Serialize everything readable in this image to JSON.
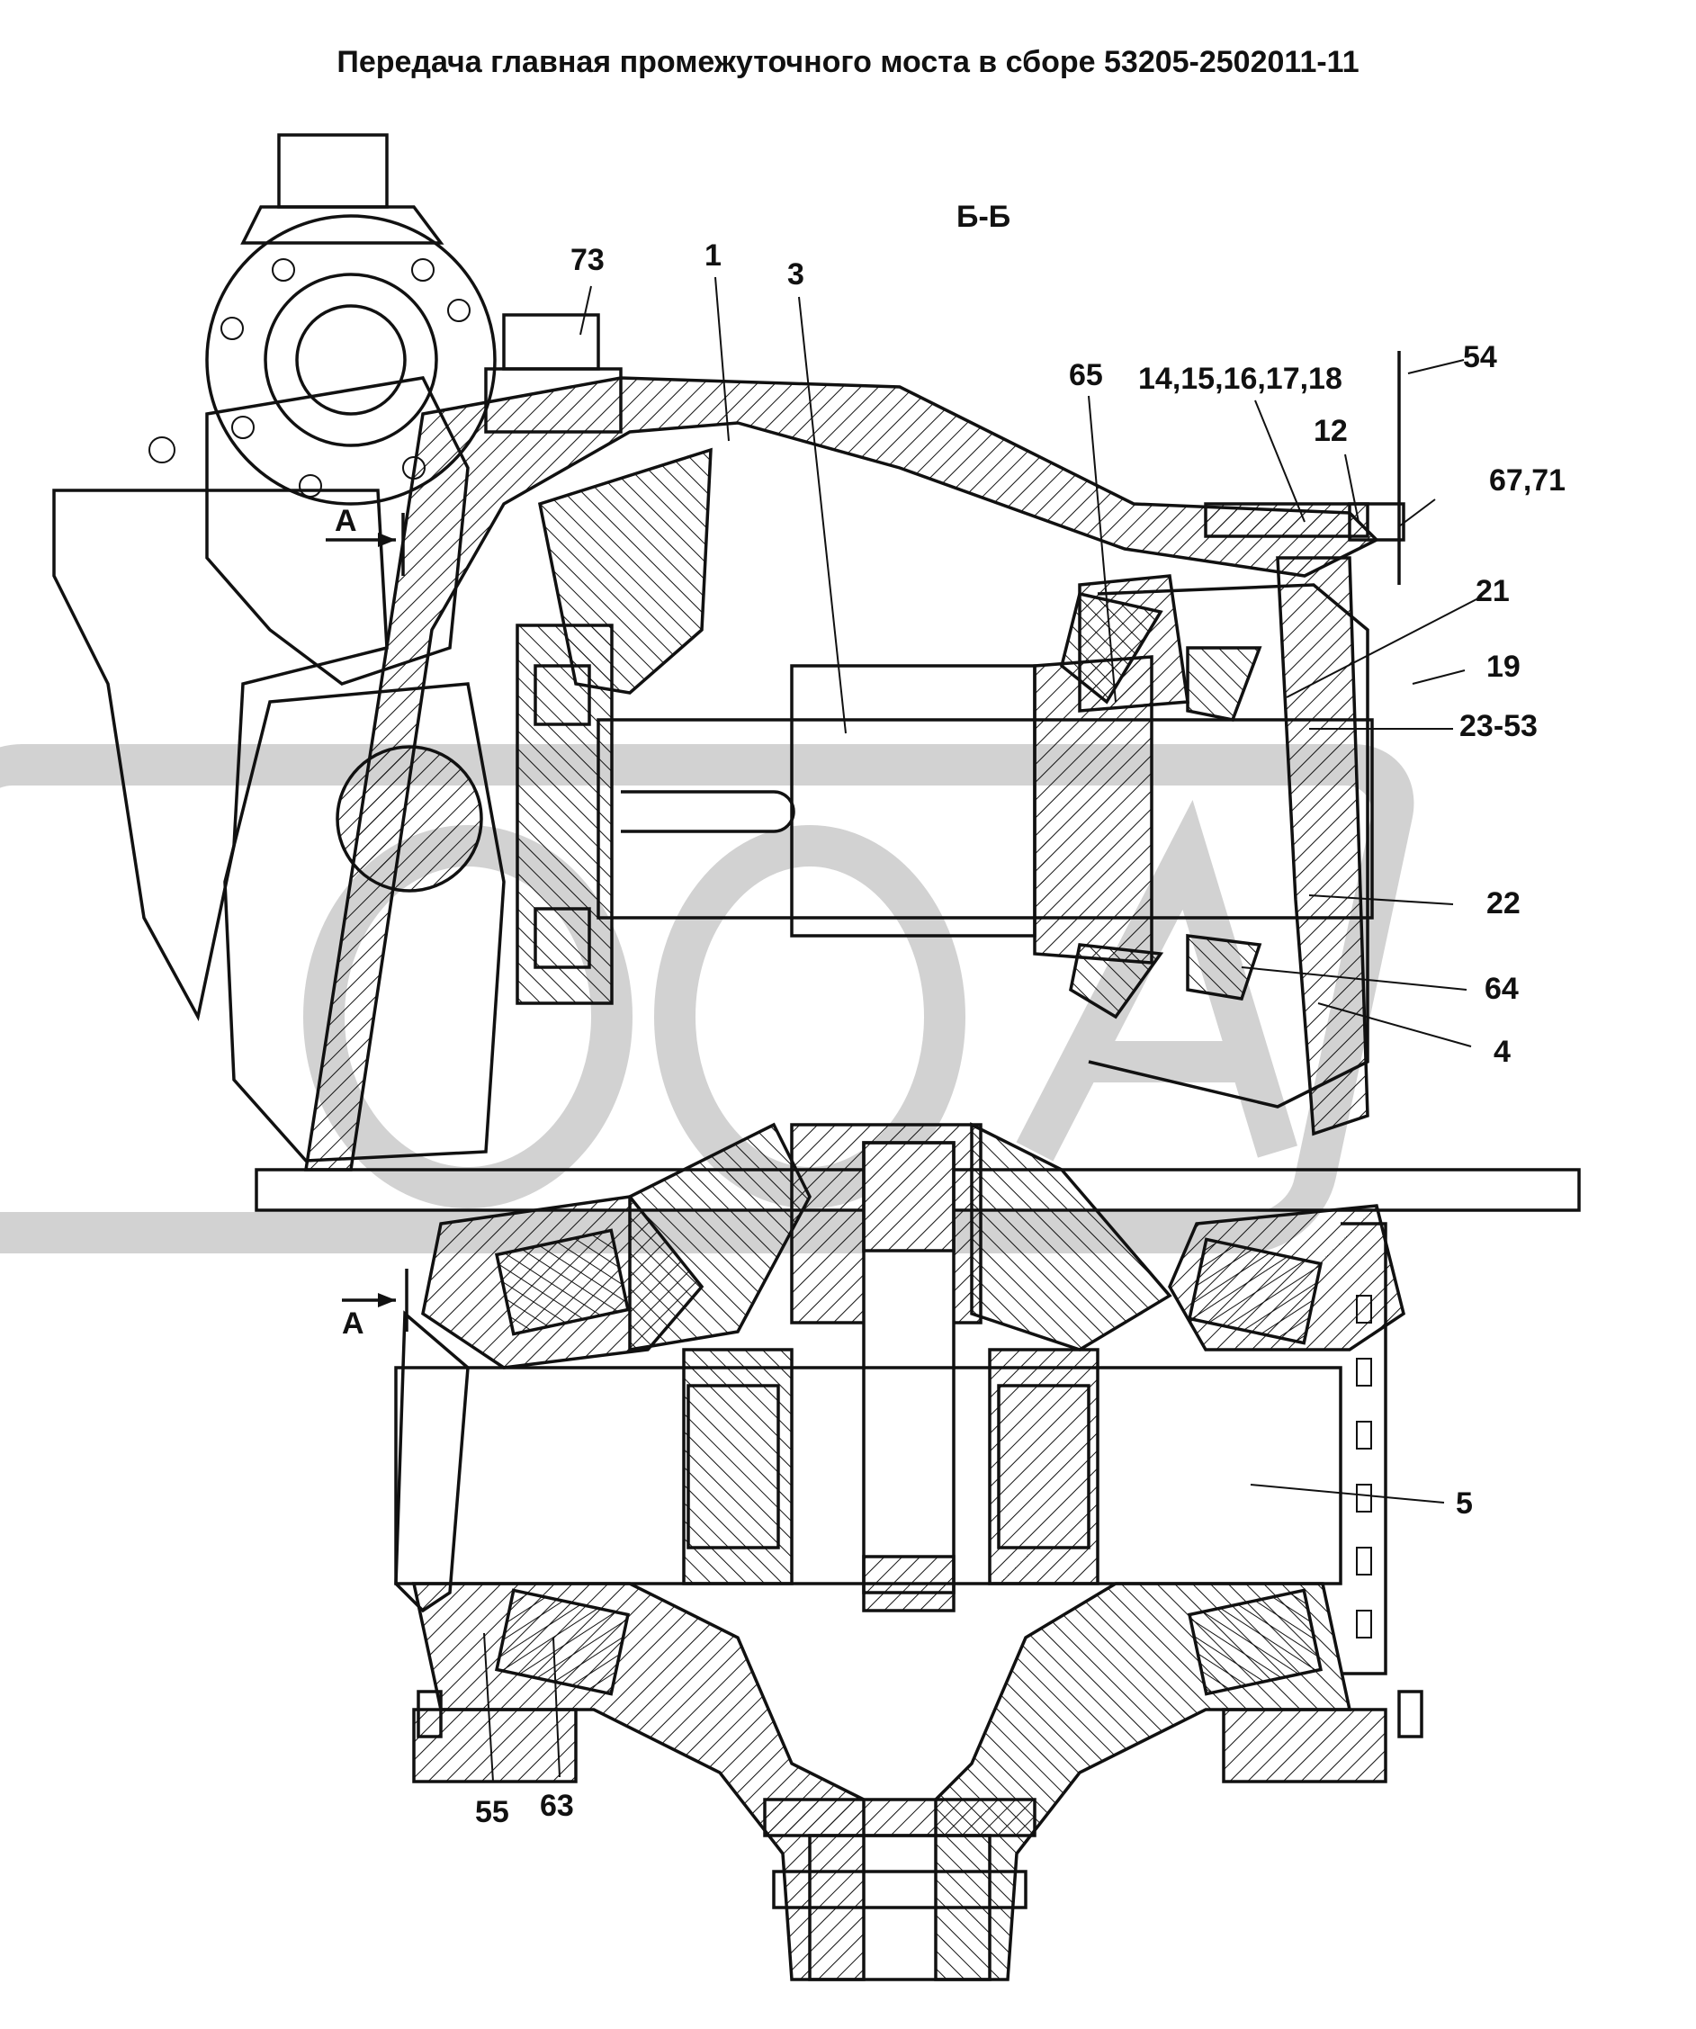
{
  "title": "Передача главная промежуточного моста в сборе 53205-2502011-11",
  "section_label": "Б-Б",
  "view_markers": [
    "А",
    "А"
  ],
  "callouts": [
    {
      "id": "c73",
      "text": "73"
    },
    {
      "id": "c1",
      "text": "1"
    },
    {
      "id": "c3",
      "text": "3"
    },
    {
      "id": "c65",
      "text": "65"
    },
    {
      "id": "c14",
      "text": "14,15,16,17,18"
    },
    {
      "id": "c54",
      "text": "54"
    },
    {
      "id": "c12",
      "text": "12"
    },
    {
      "id": "c6771",
      "text": "67,71"
    },
    {
      "id": "c21",
      "text": "21"
    },
    {
      "id": "c19",
      "text": "19"
    },
    {
      "id": "c2353",
      "text": "23-53"
    },
    {
      "id": "c22",
      "text": "22"
    },
    {
      "id": "c64",
      "text": "64"
    },
    {
      "id": "c4",
      "text": "4"
    },
    {
      "id": "c5",
      "text": "5"
    },
    {
      "id": "c55",
      "text": "55"
    },
    {
      "id": "c63",
      "text": "63"
    }
  ]
}
